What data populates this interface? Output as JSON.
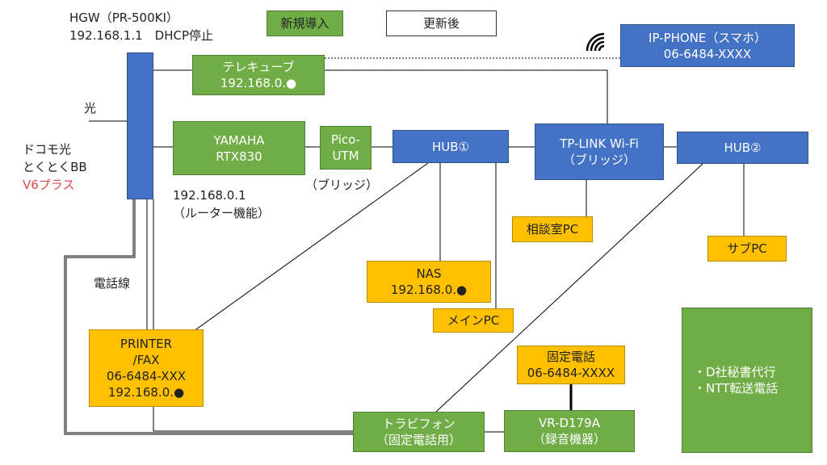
{
  "legend": {
    "new_label": "新規導入",
    "updated_label": "更新後"
  },
  "hgw": {
    "line1": "HGW（PR-500KI）",
    "line2": "192.168.1.1　DHCP停止"
  },
  "labels": {
    "hikari": "光",
    "isp_line1": "ドコモ光",
    "isp_line2": "とくとくBB",
    "isp_line3": "V6プラス",
    "yamaha_ip": "192.168.0.1",
    "yamaha_role": "（ルーター機能）",
    "pico_mode": "（ブリッジ）",
    "phone_line": "電話線"
  },
  "nodes": {
    "telecube": {
      "line1": "テレキューブ",
      "line2": "192.168.0.●"
    },
    "ipphone": {
      "line1": "IP-PHONE（スマホ）",
      "line2": "06-6484-XXXX"
    },
    "yamaha": {
      "line1": "YAMAHA",
      "line2": "RTX830"
    },
    "pico": {
      "line1": "Pico-",
      "line2": "UTM"
    },
    "hub1": {
      "label": "HUB①"
    },
    "tplink": {
      "line1": "TP-LINK Wi-Fi",
      "line2": "（ブリッジ）"
    },
    "hub2": {
      "label": "HUB②"
    },
    "soudan": {
      "label": "相談室PC"
    },
    "sub_pc": {
      "label": "サブPC"
    },
    "nas": {
      "line1": "NAS",
      "line2": "192.168.0.●"
    },
    "main_pc": {
      "label": "メインPC"
    },
    "printer": {
      "line1": "PRINTER",
      "line2": "/FAX",
      "line3": "06-6484-XXX",
      "line4": "192.168.0.●"
    },
    "kotei": {
      "line1": "固定電話",
      "line2": "06-6484-XXXX"
    },
    "service": {
      "line1": "・D社秘書代行",
      "line2": "・NTT転送電話"
    },
    "torabi": {
      "line1": "トラビフォン",
      "line2": "（固定電話用）"
    },
    "vr": {
      "line1": "VR-D179A",
      "line2": "（録音機器）"
    }
  },
  "colors": {
    "blue": "#4472c4",
    "green": "#70ad47",
    "orange": "#ffc000",
    "red_text": "#e04848"
  },
  "icons": {
    "wifi": "wifi-signal-icon"
  }
}
